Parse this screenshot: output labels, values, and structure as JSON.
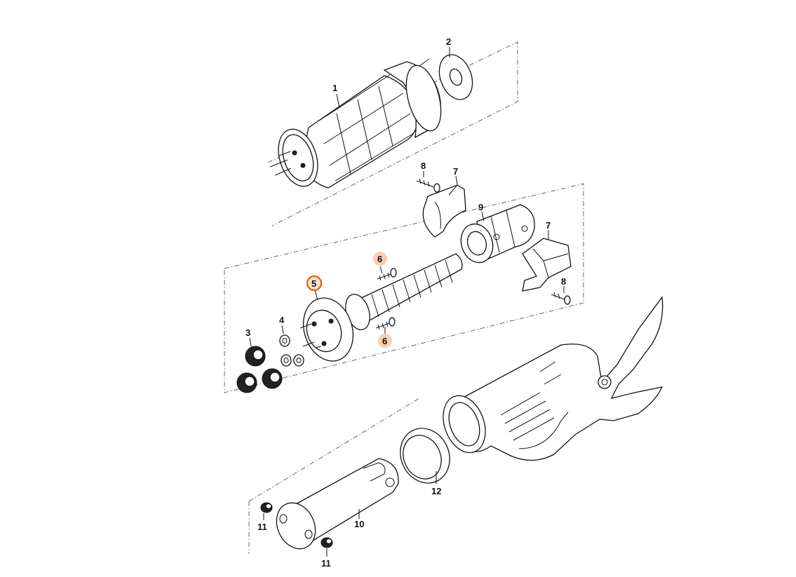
{
  "diagram": {
    "highlight_color": "#e06a1c",
    "highlight_soft_color": "#f7cfb2",
    "parts": [
      {
        "id": "1",
        "label": "1"
      },
      {
        "id": "2",
        "label": "2"
      },
      {
        "id": "3",
        "label": "3"
      },
      {
        "id": "4",
        "label": "4"
      },
      {
        "id": "5",
        "label": "5",
        "selected": true
      },
      {
        "id": "6a",
        "label": "6",
        "highlighted": true
      },
      {
        "id": "6b",
        "label": "6",
        "highlighted": true
      },
      {
        "id": "7a",
        "label": "7"
      },
      {
        "id": "7b",
        "label": "7"
      },
      {
        "id": "8a",
        "label": "8"
      },
      {
        "id": "8b",
        "label": "8"
      },
      {
        "id": "9",
        "label": "9"
      },
      {
        "id": "10",
        "label": "10"
      },
      {
        "id": "11a",
        "label": "11"
      },
      {
        "id": "11b",
        "label": "11"
      },
      {
        "id": "12",
        "label": "12"
      }
    ]
  }
}
